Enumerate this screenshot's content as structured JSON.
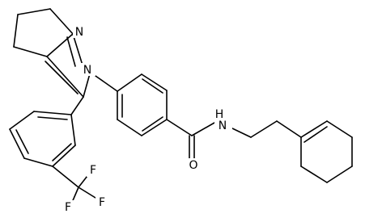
{
  "molecule": {
    "atoms": {
      "n1": "N",
      "n2": "N",
      "o1": "O",
      "nh": "N",
      "h": "H",
      "f1": "F",
      "f2": "F",
      "f3": "F"
    }
  }
}
